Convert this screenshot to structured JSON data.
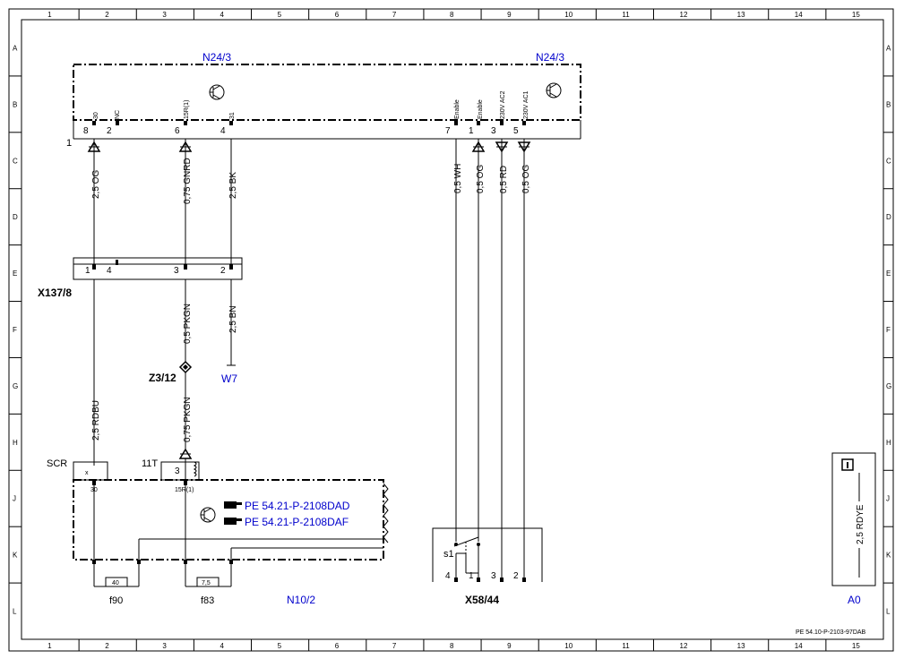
{
  "grid": {
    "columns": [
      "1",
      "2",
      "3",
      "4",
      "5",
      "6",
      "7",
      "8",
      "9",
      "10",
      "11",
      "12",
      "13",
      "14",
      "15"
    ],
    "rows": [
      "A",
      "B",
      "C",
      "D",
      "E",
      "F",
      "G",
      "H",
      "J",
      "K",
      "L"
    ]
  },
  "components": {
    "n24_left": "N24/3",
    "n24_right": "N24/3",
    "x137": "X137/8",
    "z3": "Z3/12",
    "w7": "W7",
    "scr": "SCR",
    "t11": "11T",
    "n10": "N10/2",
    "x58": "X58/44",
    "s1": "s1",
    "f90": "f90",
    "f83": "f83",
    "a0": "A0",
    "ref1": "PE 54.21-P-2108DAD",
    "ref2": "PE 54.21-P-2108DAF",
    "doc_id": "PE 54.10-P-2103-97DAB"
  },
  "pins_n24_left": [
    "8",
    "2",
    "6",
    "4"
  ],
  "pin_names_left": [
    "30",
    "NC",
    "15R(1)",
    "31"
  ],
  "pins_n24_right": [
    "7",
    "1",
    "3",
    "5"
  ],
  "pin_names_right": [
    "Enable",
    "Enable",
    "230V AC2",
    "230V AC1"
  ],
  "wires": {
    "w1": "2,5 OG",
    "w2": "0,75 GNRD",
    "w3": "2,5 BK",
    "w4": "0,5 WH",
    "w5": "0,5 OG",
    "w6": "0,5 RD",
    "w7": "0,5 OG",
    "w8": "0,5 PKGN",
    "w9": "2,5 BN",
    "w10": "2,5 RDBU",
    "w11": "0,75 PKGN",
    "w12": "2,5 RDYE"
  },
  "x137_pins": [
    "1",
    "4",
    "3",
    "2"
  ],
  "n10_pins": {
    "p1": "x",
    "p2": "30",
    "p3": "3",
    "p4": "15R(1)"
  },
  "fuses": {
    "f90": "40",
    "f83": "7,5"
  },
  "x58_pins": [
    "4",
    "1",
    "3",
    "2"
  ],
  "node_label": "1"
}
